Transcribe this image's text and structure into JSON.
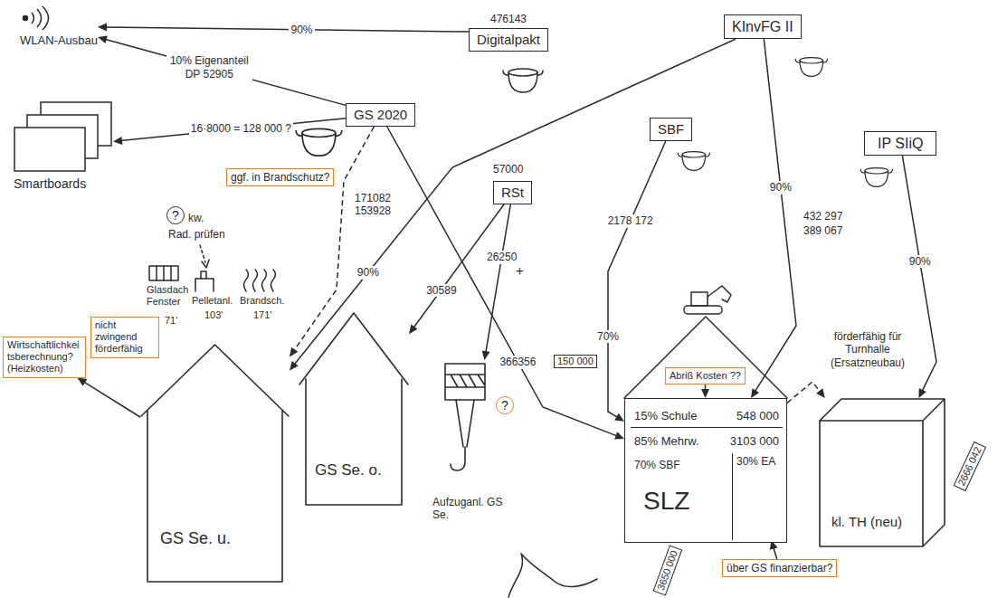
{
  "diagram": {
    "nodes": [
      {
        "text": [
          "476143",
          "Digitalpakt"
        ]
      },
      {
        "text": [
          "KInvFG II"
        ]
      },
      {
        "text": [
          "GS 2020"
        ]
      },
      {
        "text": [
          "RSt"
        ]
      },
      {
        "text": [
          "SBF"
        ]
      },
      {
        "text": [
          "IP SIiQ"
        ]
      },
      {
        "text": [
          "WLAN-Ausbau"
        ]
      },
      {
        "text": [
          "Smartboards"
        ]
      },
      {
        "text": [
          "ggf. in Brandschutz?"
        ]
      },
      {
        "text": [
          "GS Se. u."
        ]
      },
      {
        "text": [
          "GS Se. o."
        ]
      },
      {
        "text": [
          "Aufzuganl. GS Se."
        ]
      },
      {
        "text": [
          "SLZ"
        ]
      },
      {
        "text": [
          "15% Schule",
          "548 000"
        ],
        "in": 12
      },
      {
        "text": [
          "85% Mehrw.",
          "3103 000"
        ],
        "in": 12
      },
      {
        "text": [
          "70% SBF"
        ],
        "in": 12
      },
      {
        "text": [
          "30% EA"
        ],
        "in": 12
      },
      {
        "text": [
          "kl. TH (neu)"
        ]
      },
      {
        "text": [
          "Wirtschaftlichkeitsberechnung? (Heizkosten)"
        ]
      },
      {
        "text": [
          "nicht zwingend förderfähig"
        ]
      },
      {
        "text": [
          "Abriß Kosten ??"
        ]
      },
      {
        "text": [
          "über GS finanzierbar?"
        ]
      }
    ],
    "edges": [
      {
        "from": 0,
        "to": 6,
        "label": "90%",
        "arrow": "to"
      },
      {
        "from": 2,
        "to": 6,
        "label": "10% Eigenanteil DP 52905",
        "arrow": "to"
      },
      {
        "from": 2,
        "to": 7,
        "label": "16·8000 = 128 000 ?",
        "arrow": "to"
      },
      {
        "from": 2,
        "to": 9,
        "arrow": "to"
      },
      {
        "from": 1,
        "to": 9,
        "label": "90%",
        "arrow": "to"
      },
      {
        "from": 2,
        "to": 12,
        "label": "366356",
        "arrow": "to"
      },
      {
        "from": 3,
        "to": 10,
        "label": "30589",
        "arrow": "to"
      },
      {
        "from": 3,
        "to": 11,
        "label": "26250",
        "arrow": "to"
      },
      {
        "from": 4,
        "to": 12,
        "label": "2178 172",
        "arrow": "to"
      },
      {
        "from": 1,
        "to": 12,
        "label": "90%",
        "arrow": "to"
      },
      {
        "from": 5,
        "to": 17,
        "label": "90%",
        "arrow": "to"
      },
      {
        "from": 12,
        "to": 17,
        "label": "förderfähig für Turnhalle (Ersatzneubau)",
        "arrow": "to"
      },
      {
        "from": 9,
        "to": 18,
        "arrow": "to"
      },
      {
        "from": 20,
        "to": 12,
        "arrow": "to"
      },
      {
        "from": 21,
        "to": 16,
        "arrow": "to"
      }
    ],
    "labels": [
      "57000",
      "171082",
      "153928",
      "70%",
      "432 297",
      "389 067",
      "+",
      "?",
      "kw.",
      "Rad. prüfen",
      "Glasdach Fenster",
      "Pelletanl.",
      "Brandsch.",
      "71'",
      "103'",
      "171'",
      "?",
      "150 000",
      "3650 000",
      "2666 042"
    ]
  }
}
